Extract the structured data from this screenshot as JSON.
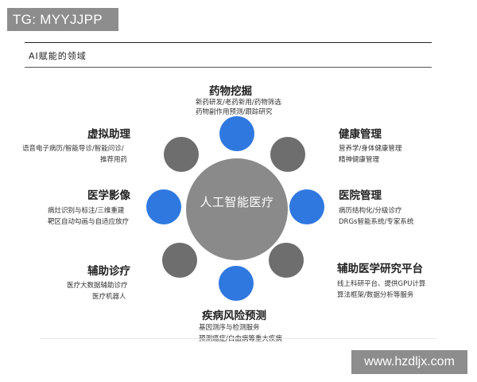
{
  "badges": {
    "top_left": "TG: MYYJJPP",
    "bottom_right": "www.hzdljx.com"
  },
  "header": {
    "title": "AI赋能的领域"
  },
  "center": {
    "label": "人工智能医疗"
  },
  "colors": {
    "gray_node": "#6e6e6e",
    "blue_node": "#2f78e0",
    "center_node": "#8a8a8a",
    "text": "#222222"
  },
  "nodes": [
    {
      "name": "药物挖掘",
      "color": "blue",
      "desc": [
        "新药研发/老药新用/药物筛选",
        "药物副作用预测/跟踪研究"
      ]
    },
    {
      "name": "健康管理",
      "color": "gray",
      "desc": [
        "营养学/身体健康管理",
        "精神健康管理"
      ]
    },
    {
      "name": "医院管理",
      "color": "blue",
      "desc": [
        "病历结构化/分级诊疗",
        "DRGs智能系统/专家系统"
      ]
    },
    {
      "name": "辅助医学研究平台",
      "color": "gray",
      "desc": [
        "线上科研平台、提供GPU计算",
        "算法框架/数据分析等服务"
      ]
    },
    {
      "name": "疾病风险预测",
      "color": "blue",
      "desc": [
        "基因测序与检测服务",
        "预测癌症/白血病等重大疾病"
      ]
    },
    {
      "name": "辅助诊疗",
      "color": "gray",
      "desc": [
        "医疗大数据辅助诊疗",
        "医疗机器人"
      ]
    },
    {
      "name": "医学影像",
      "color": "blue",
      "desc": [
        "病灶识别与标注/三维重建",
        "靶区自动勾画与自适应放疗"
      ]
    },
    {
      "name": "虚拟助理",
      "color": "gray",
      "desc": [
        "语音电子病历/智能导诊/智能问诊/",
        "推荐用药"
      ]
    }
  ]
}
